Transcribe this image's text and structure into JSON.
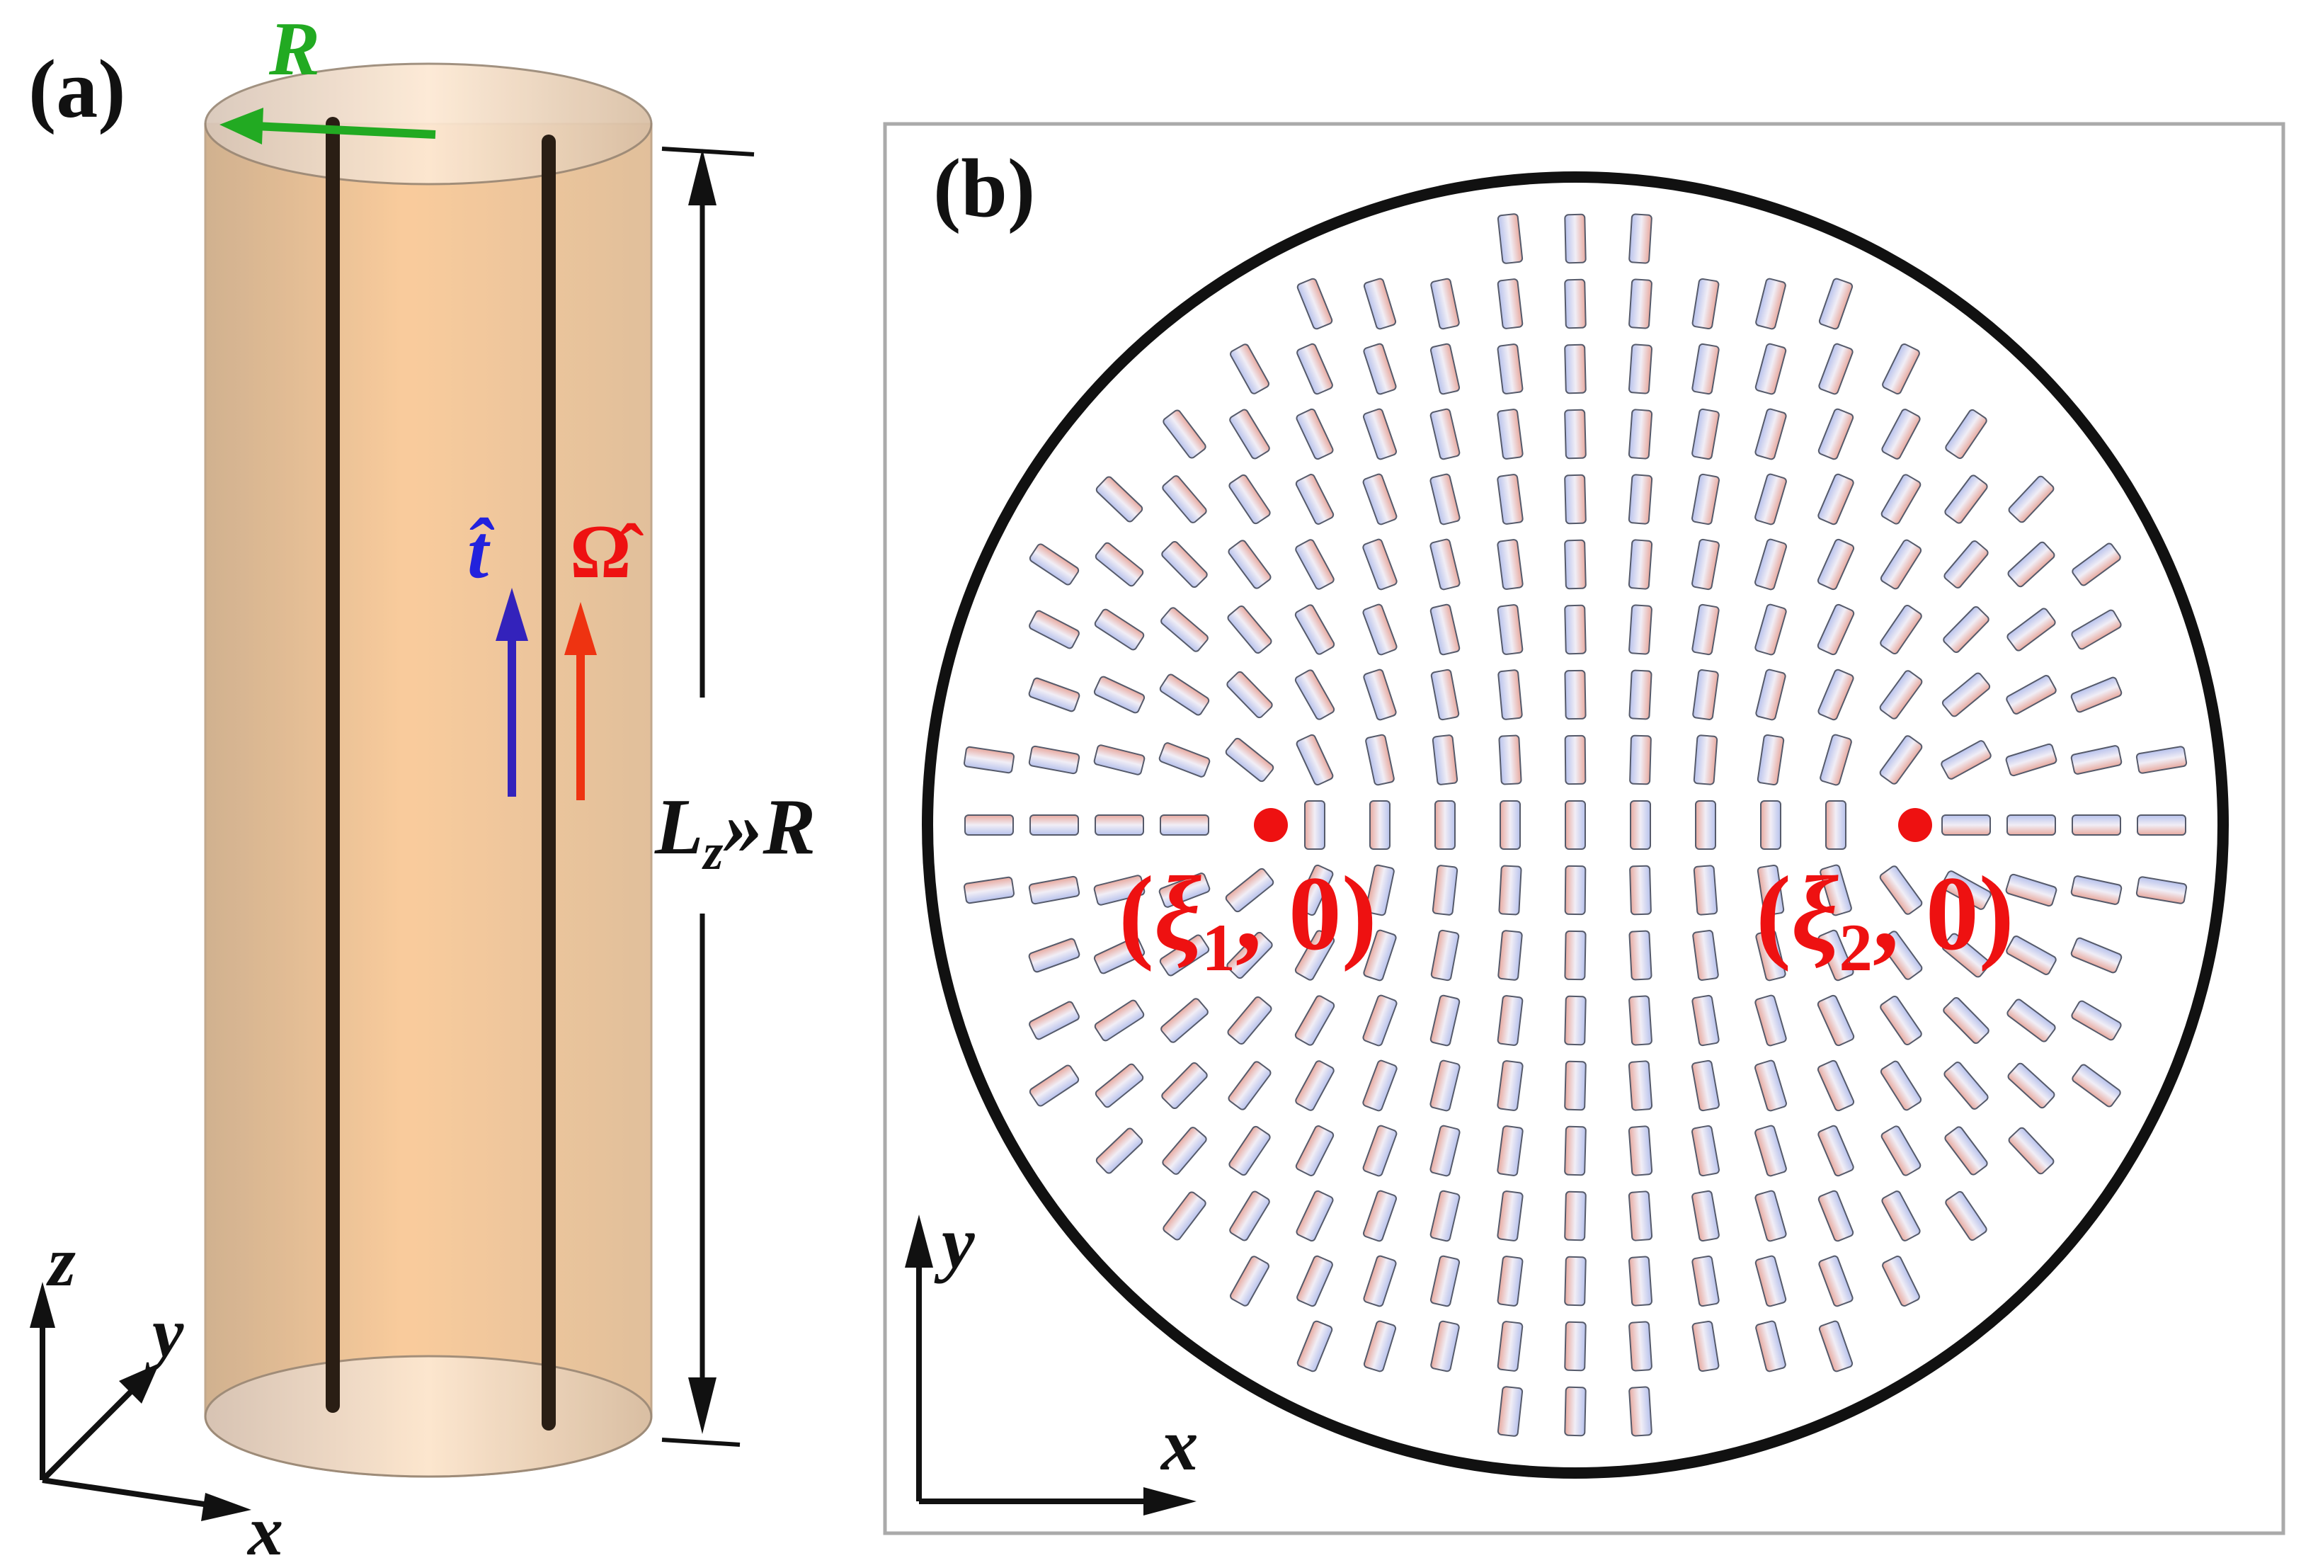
{
  "panel_a": {
    "label": "(a)",
    "radius_label": "R",
    "t_hat_label": "t̂",
    "omega_hat_label": "Ω̂",
    "length_label_main": "L",
    "length_label_sub": "z",
    "length_label_rest": "»R",
    "axes": {
      "x": "x",
      "y": "y",
      "z": "z"
    },
    "colors": {
      "cylinder": "#f6b977",
      "radius_arrow": "#22aa22",
      "t_arrow": "#3322bb",
      "omega_arrow": "#ee3311"
    }
  },
  "panel_b": {
    "label": "(b)",
    "defect_1": {
      "open": "(",
      "sym": "ξ",
      "sub": "1",
      "close": ", 0)"
    },
    "defect_2": {
      "open": "(",
      "sym": "ξ",
      "sub": "2",
      "close": ", 0)"
    },
    "axes": {
      "x": "x",
      "y": "y"
    },
    "colors": {
      "defect_dot": "#ee1111",
      "label": "#ee1111"
    }
  }
}
